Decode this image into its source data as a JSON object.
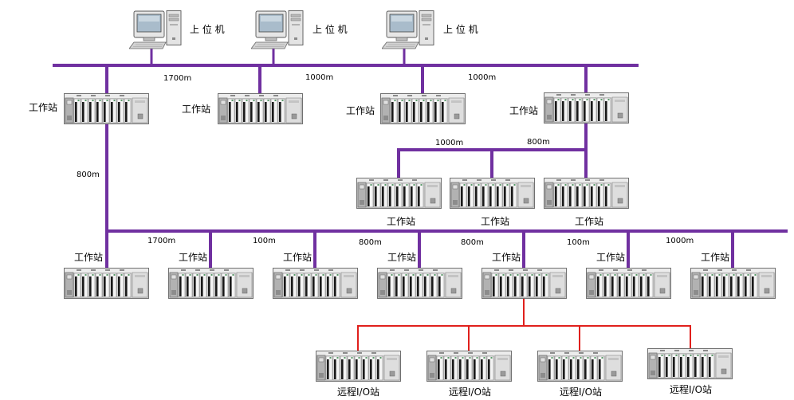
{
  "colors": {
    "network_bus": "#7030a0",
    "remote_io_link": "#e0201c"
  },
  "hosts": [
    {
      "label": "上 位 机"
    },
    {
      "label": "上 位 机"
    },
    {
      "label": "上 位 机"
    }
  ],
  "upper_bus": {
    "distances": [
      "1700m",
      "1000m",
      "1000m"
    ]
  },
  "upper_workstations": [
    {
      "label": "工作站"
    },
    {
      "label": "工作站"
    },
    {
      "label": "工作站"
    },
    {
      "label": "工作站"
    }
  ],
  "trunk": {
    "distance": "800m"
  },
  "branch_bus": {
    "distances": [
      "1000m",
      "800m"
    ]
  },
  "branch_workstations": [
    {
      "label": "工作站"
    },
    {
      "label": "工作站"
    },
    {
      "label": "工作站"
    }
  ],
  "lower_bus": {
    "distances": [
      "1700m",
      "100m",
      "800m",
      "800m",
      "100m",
      "1000m"
    ]
  },
  "lower_workstations": [
    {
      "label": "工作站"
    },
    {
      "label": "工作站"
    },
    {
      "label": "工作站"
    },
    {
      "label": "工作站"
    },
    {
      "label": "工作站"
    },
    {
      "label": "工作站"
    },
    {
      "label": "工作站"
    }
  ],
  "remote_io_stations": [
    {
      "label": "远程I/O站"
    },
    {
      "label": "远程I/O站"
    },
    {
      "label": "远程I/O站"
    },
    {
      "label": "远程I/O站"
    }
  ]
}
